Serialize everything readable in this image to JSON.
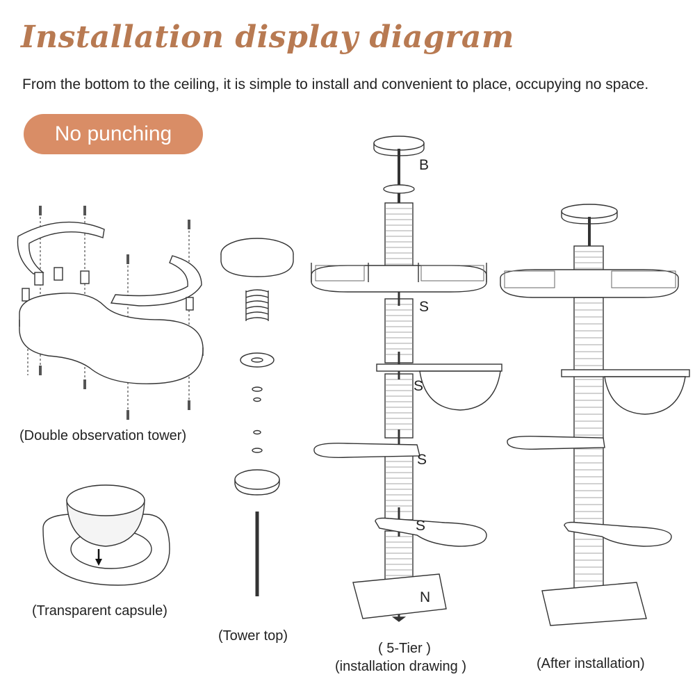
{
  "title": "Installation display diagram",
  "subtitle": "From the bottom to the ceiling, it is simple to install and convenient to place, occupying no space.",
  "badge": "No punching",
  "captions": {
    "double_tower": "(Double observation tower)",
    "capsule": "(Transparent capsule)",
    "tower_top": "(Tower top)",
    "five_tier_line1": "( 5-Tier )",
    "five_tier_line2": "(installation drawing )",
    "after": "(After installation)"
  },
  "part_labels": {
    "b": "B",
    "s": "S",
    "n": "N"
  },
  "colors": {
    "title": "#b87a52",
    "badge": "#d98d66",
    "line": "#333333"
  }
}
